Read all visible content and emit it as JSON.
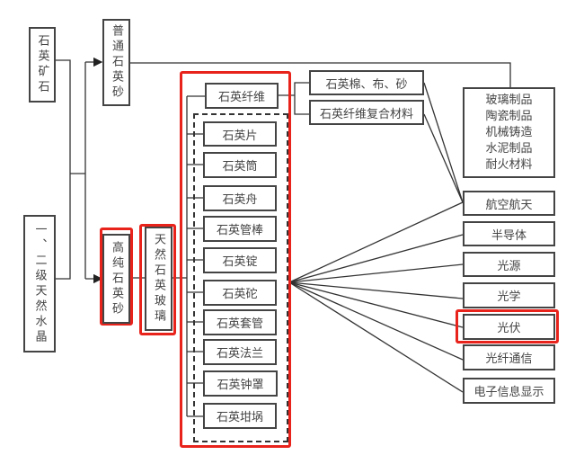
{
  "sources": {
    "quartz_ore": "石英矿石",
    "crystal": "一、二级天然水晶"
  },
  "intermediates": {
    "ordinary_sand": "普通石英砂",
    "high_purity_sand": "高纯石英砂",
    "natural_glass": "天然石英玻璃"
  },
  "products": {
    "fiber": "石英纤维",
    "fiber_children": [
      "石英棉、布、砂",
      "石英纤维复合材料"
    ],
    "items": [
      "石英片",
      "石英筒",
      "石英舟",
      "石英管棒",
      "石英锭",
      "石英砣",
      "石英套管",
      "石英法兰",
      "石英钟罩",
      "石英坩埚"
    ]
  },
  "applications": {
    "ordinary": [
      "玻璃制品",
      "陶瓷制品",
      "机械铸造",
      "水泥制品",
      "耐火材料"
    ],
    "high_end": [
      "航空航天",
      "半导体",
      "光源",
      "光学",
      "光伏",
      "光纤通信",
      "电子信息显示"
    ]
  },
  "colors": {
    "highlight": "#e8231c",
    "line": "#333333"
  }
}
